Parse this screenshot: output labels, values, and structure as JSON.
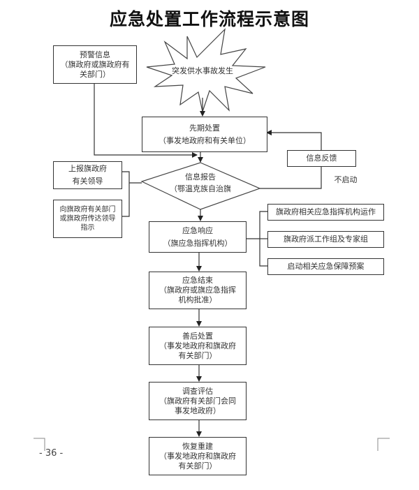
{
  "title": "应急处置工作流程示意图",
  "nodes": {
    "warning": {
      "line1": "预警信息",
      "line2": "（旗政府或旗政府有",
      "line3": "关部门）"
    },
    "incident": {
      "text": "突发供水事故发生"
    },
    "initial": {
      "line1": "先期处置",
      "line2": "（事发地政府和有关单位）"
    },
    "feedback": {
      "text": "信息反馈"
    },
    "report": {
      "line1": "信息报告",
      "line2": "（鄂温克族自治旗"
    },
    "not_start": {
      "text": "不启动"
    },
    "report_leaders": {
      "line1": "上报旗政府",
      "line2": "有关领导"
    },
    "relay": {
      "line1": "向旗政府有关部门",
      "line2": "或旗政府传达领导",
      "line3": "指示"
    },
    "response": {
      "line1": "应急响应",
      "line2": "（旗应急指挥机构）"
    },
    "side1": {
      "text": "旗政府相关应急指挥机构运作"
    },
    "side2": {
      "text": "旗政府派工作组及专家组"
    },
    "side3": {
      "text": "启动相关应急保障预案"
    },
    "end": {
      "line1": "应急结束",
      "line2": "（旗政府或旗应急指挥",
      "line3": "机构批准）"
    },
    "aftermath": {
      "line1": "善后处置",
      "line2": "（事发地政府和旗政府",
      "line3": "有关部门）"
    },
    "investigation": {
      "line1": "调查评估",
      "line2": "（旗政府有关部门会同",
      "line3": "事发地政府）"
    },
    "recovery": {
      "line1": "恢复重建",
      "line2": "（事发地政府和旗政府",
      "line3": "有关部门）"
    }
  },
  "page_number": "- 36 -"
}
